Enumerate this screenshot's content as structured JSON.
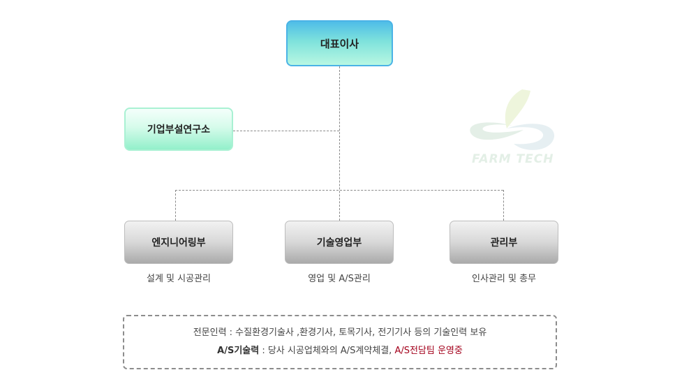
{
  "org": {
    "ceo": "대표이사",
    "lab": "기업부설연구소",
    "departments": [
      {
        "name": "엔지니어링부",
        "desc": "설계 및 시공관리"
      },
      {
        "name": "기술영업부",
        "desc": "영업 및 A/S관리"
      },
      {
        "name": "관리부",
        "desc": "인사관리 및 총무"
      }
    ]
  },
  "note": {
    "line1": "전문인력 : 수질환경기술사 ,환경기사, 토목기사, 전기기사 등의 기술인력 보유",
    "line2_label": "A/S기술력",
    "line2_text": " : 당사 시공업체와의 A/S계약체결, ",
    "line2_highlight": "A/S전담팀 운영중"
  },
  "logo": {
    "text": "FARM TECH",
    "icon": "leaf-logo-icon"
  },
  "colors": {
    "ceo_border": "#4ab3e6",
    "lab_border": "#a9f1d3",
    "highlight": "#a3001b",
    "connector": "#8a8a8a"
  }
}
